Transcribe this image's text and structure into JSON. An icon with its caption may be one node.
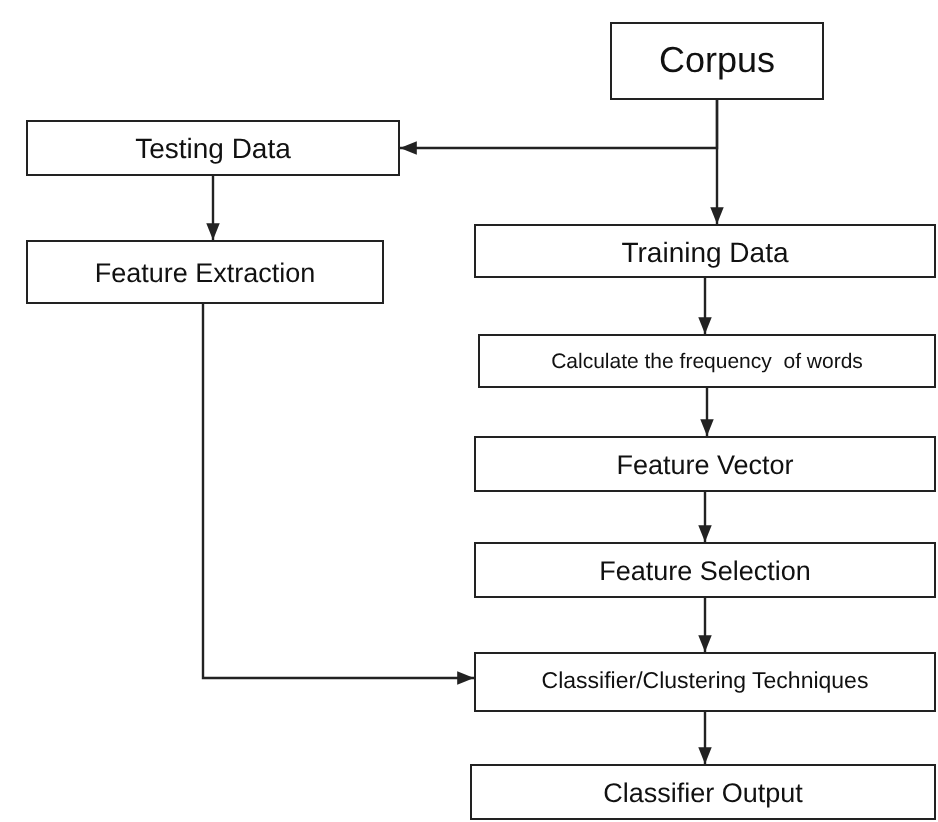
{
  "diagram": {
    "nodes": [
      {
        "text": [
          "Corpus"
        ]
      },
      {
        "text": [
          "Testing Data"
        ]
      },
      {
        "text": [
          "Feature Extraction"
        ]
      },
      {
        "text": [
          "Training Data"
        ]
      },
      {
        "text": [
          "Calculate the frequency  of words"
        ]
      },
      {
        "text": [
          "Feature Vector"
        ]
      },
      {
        "text": [
          "Feature Selection"
        ]
      },
      {
        "text": [
          "Classifier/Clustering Techniques"
        ]
      },
      {
        "text": [
          "Classifier Output"
        ]
      }
    ],
    "edges": [
      {
        "from": 0,
        "to": 1,
        "arrow": "to"
      },
      {
        "from": 0,
        "to": 3,
        "arrow": "to"
      },
      {
        "from": 1,
        "to": 2,
        "arrow": "to"
      },
      {
        "from": 2,
        "to": 7,
        "arrow": "to"
      },
      {
        "from": 3,
        "to": 4,
        "arrow": "to"
      },
      {
        "from": 4,
        "to": 5,
        "arrow": "to"
      },
      {
        "from": 5,
        "to": 6,
        "arrow": "to"
      },
      {
        "from": 6,
        "to": 7,
        "arrow": "to"
      },
      {
        "from": 7,
        "to": 8,
        "arrow": "to"
      }
    ]
  }
}
